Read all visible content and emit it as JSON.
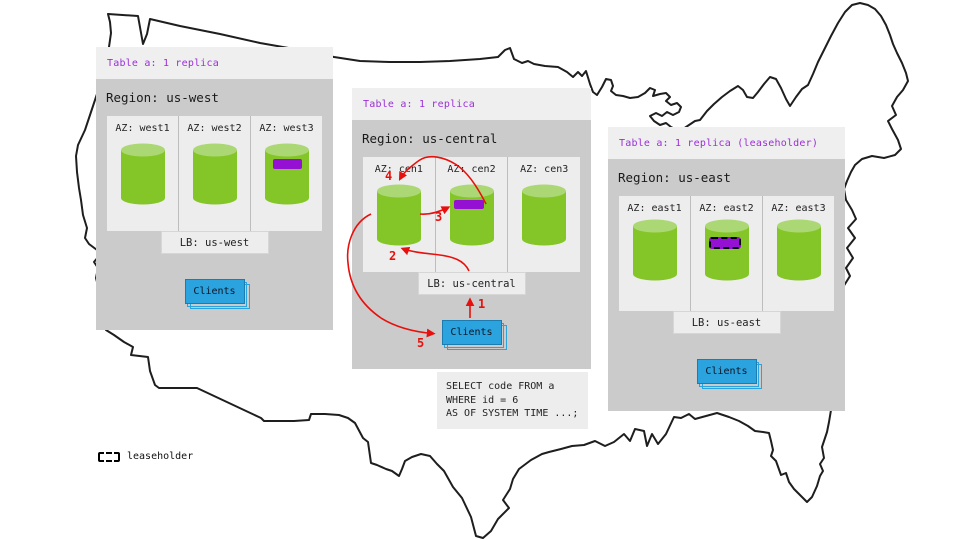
{
  "regions": [
    {
      "table_label": "Table a: 1 replica",
      "region_label": "Region: us-west",
      "azs": [
        {
          "label": "AZ: west1"
        },
        {
          "label": "AZ: west2"
        },
        {
          "label": "AZ: west3",
          "replica": true,
          "leaseholder": false
        }
      ],
      "lb_label": "LB: us-west",
      "clients_label": "Clients"
    },
    {
      "table_label": "Table a: 1 replica",
      "region_label": "Region: us-central",
      "azs": [
        {
          "label": "AZ: cen1"
        },
        {
          "label": "AZ: cen2",
          "replica": true,
          "leaseholder": false
        },
        {
          "label": "AZ: cen3"
        }
      ],
      "lb_label": "LB: us-central",
      "clients_label": "Clients"
    },
    {
      "table_label": "Table a: 1 replica (leaseholder)",
      "region_label": "Region: us-east",
      "azs": [
        {
          "label": "AZ: east1"
        },
        {
          "label": "AZ: east2",
          "replica": true,
          "leaseholder": true
        },
        {
          "label": "AZ: east3"
        }
      ],
      "lb_label": "LB: us-east",
      "clients_label": "Clients"
    }
  ],
  "sql_query": {
    "line1": "SELECT code FROM a",
    "line2": "WHERE id = 6",
    "line3": "AS OF SYSTEM TIME ...;"
  },
  "legend": {
    "label": "leaseholder"
  },
  "arrows": {
    "labels": {
      "a1": "1",
      "a2": "2",
      "a3": "3",
      "a4": "4",
      "a5": "5"
    }
  },
  "colors": {
    "region_box": "#cbcbcb",
    "header_strip": "#efefef",
    "panel": "#ededed",
    "purple_text": "#9b2fd6",
    "replica_chip": "#9410d3",
    "cylinder_body": "#84c627",
    "cylinder_top": "#abd875",
    "clients_blue": "#2ba3df",
    "arrow_red": "#e8100c"
  }
}
